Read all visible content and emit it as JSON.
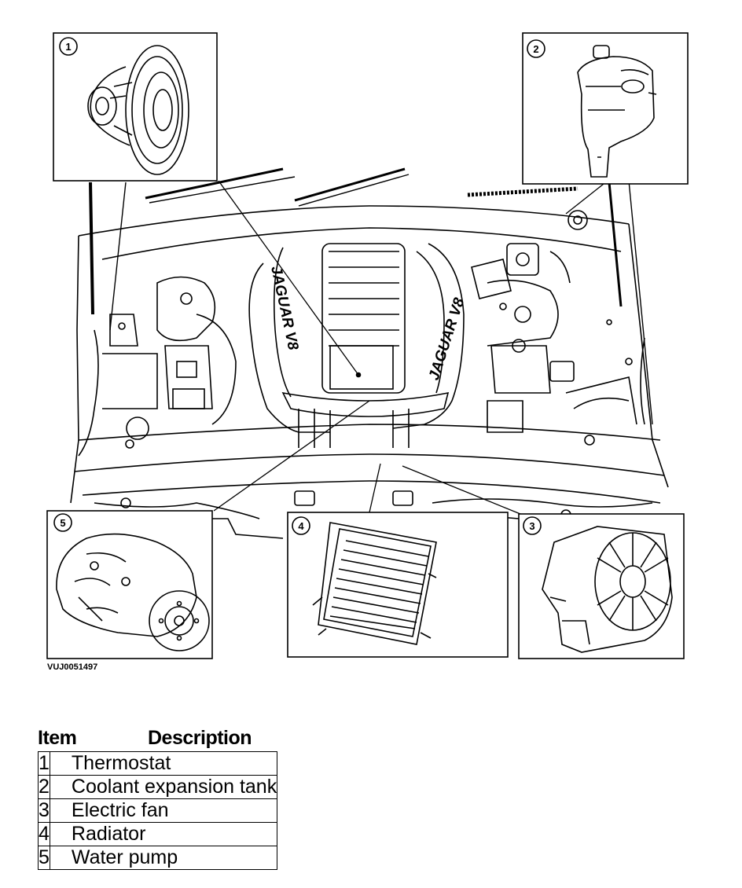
{
  "diagram": {
    "callouts": [
      "1",
      "2",
      "3",
      "4",
      "5"
    ],
    "engine_cover_text": "JAGUAR V8",
    "figure_code": "VUJ0051497"
  },
  "table": {
    "headers": {
      "item": "Item",
      "description": "Description"
    },
    "rows": [
      {
        "item": "1",
        "description": "Thermostat"
      },
      {
        "item": "2",
        "description": "Coolant expansion tank"
      },
      {
        "item": "3",
        "description": "Electric fan"
      },
      {
        "item": "4",
        "description": "Radiator"
      },
      {
        "item": "5",
        "description": "Water pump"
      }
    ]
  }
}
